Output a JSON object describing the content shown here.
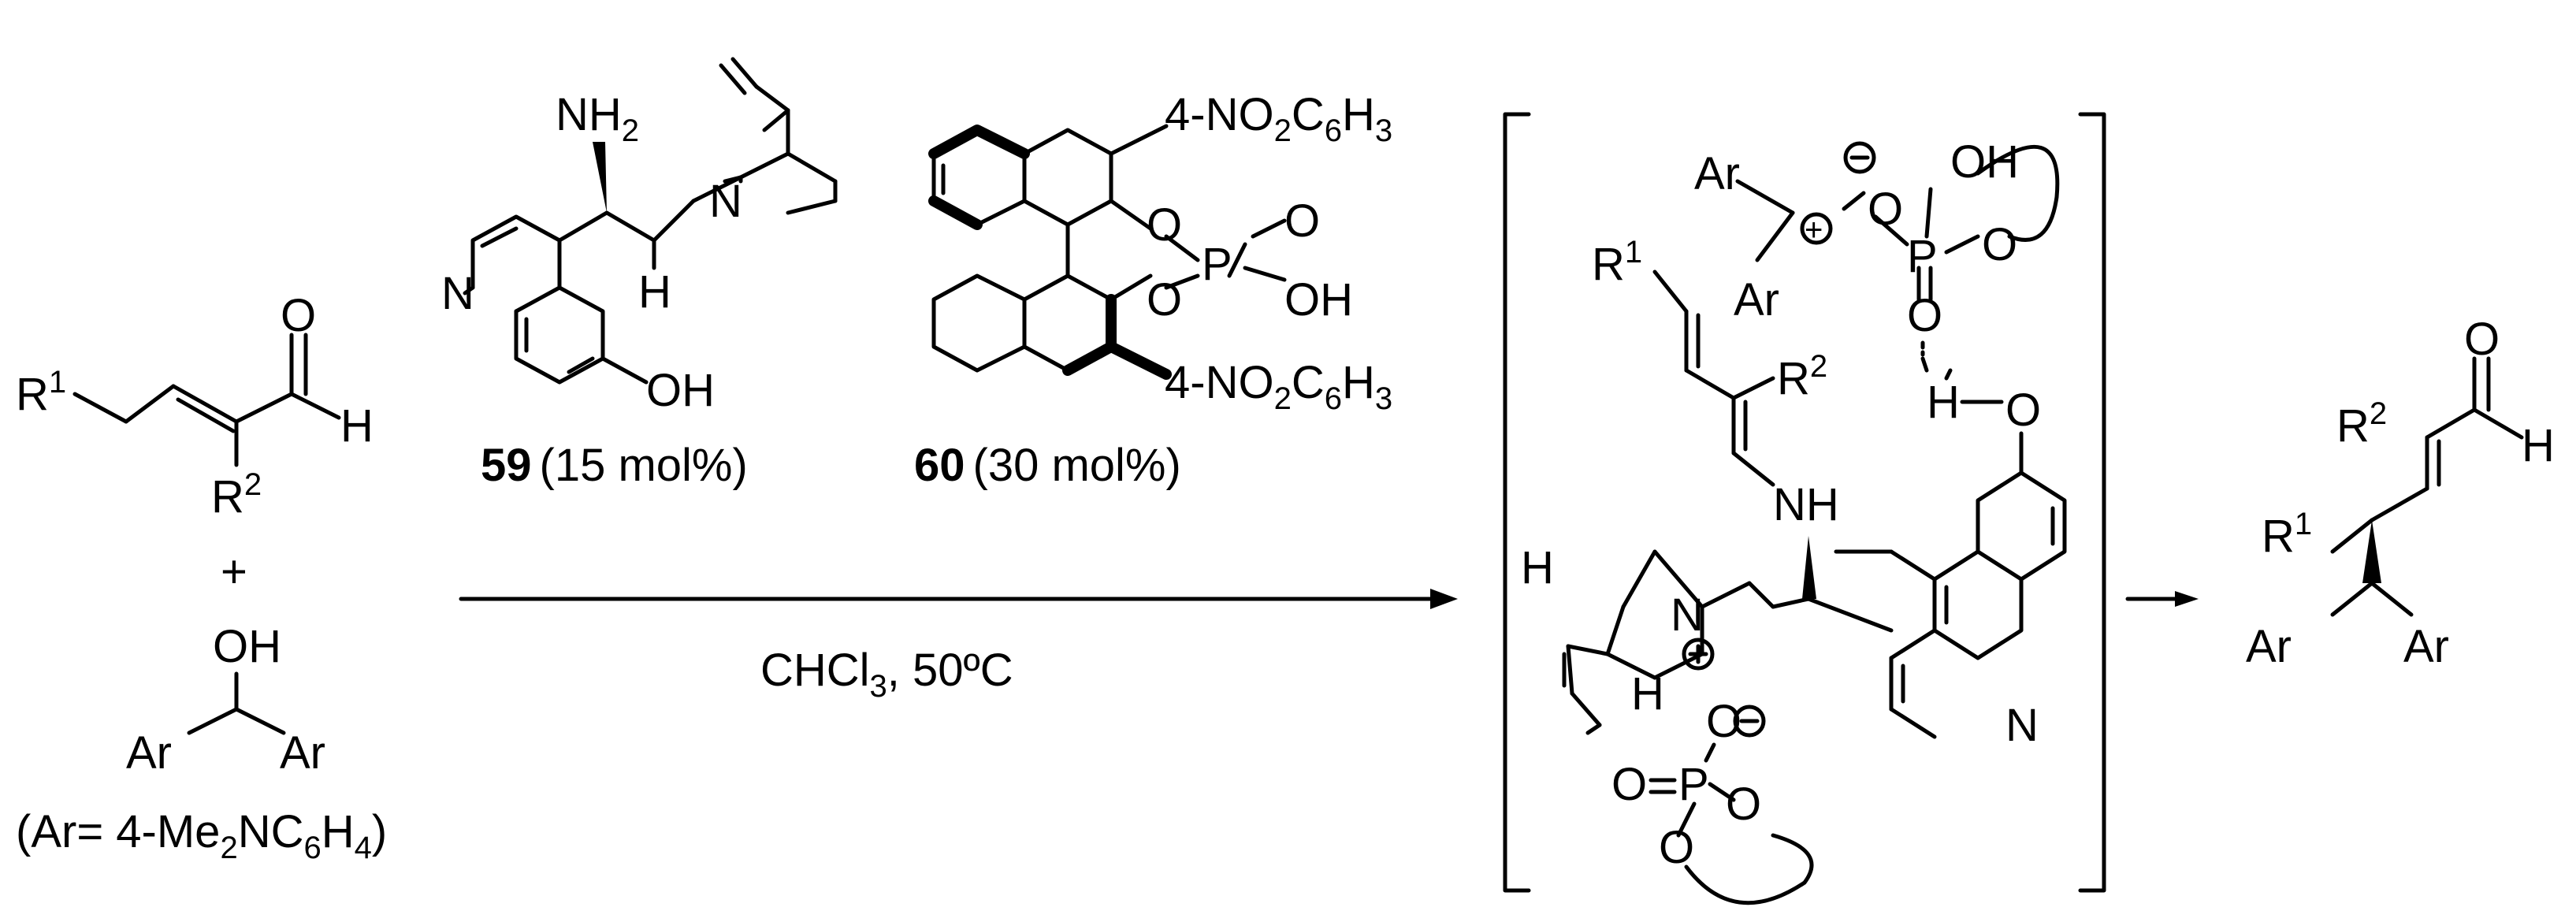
{
  "reactant_aldehyde": {
    "r1": "R",
    "r1_sup": "1",
    "r2": "R",
    "r2_sup": "2",
    "o": "O",
    "h": "H"
  },
  "plus": "+",
  "reactant_alcohol": {
    "oh": "OH",
    "ar_left": "Ar",
    "ar_right": "Ar",
    "note_pre": "(Ar= 4-Me",
    "note_sub1": "2",
    "note_mid": "NC",
    "note_sub2": "6",
    "note_h": "H",
    "note_sub3": "4",
    "note_post": ")"
  },
  "catalyst_59": {
    "nh": "NH",
    "nh_sub": "2",
    "n_quin": "N",
    "n_ring": "N",
    "h": "H",
    "oh": "OH",
    "label_num": "59",
    "label_amt": "(15 mol%)"
  },
  "catalyst_60": {
    "sub_top": "4-NO",
    "sub_top_s1": "2",
    "sub_top_c": "C",
    "sub_top_s2": "6",
    "sub_top_h": "H",
    "sub_top_s3": "3",
    "sub_bot": "4-NO",
    "sub_bot_s1": "2",
    "sub_bot_c": "C",
    "sub_bot_s2": "6",
    "sub_bot_h": "H",
    "sub_bot_s3": "3",
    "o1": "O",
    "o2": "O",
    "p": "P",
    "o_dbl": "O",
    "oh": "OH",
    "label_num": "60",
    "label_amt": "(30 mol%)"
  },
  "conditions": {
    "solvent": "CHCl",
    "solvent_sub": "3",
    "temp": ", 50ºC"
  },
  "intermediate": {
    "ar1": "Ar",
    "ar2": "Ar",
    "plus": "+",
    "minus": "−",
    "p_top": "P",
    "o_a": "O",
    "o_b": "O",
    "o_c": "O",
    "oh_top": "OH",
    "r1": "R",
    "r1_sup": "1",
    "r2": "R",
    "r2_sup": "2",
    "h_bond": "H",
    "o_phenol": "O",
    "nh": "NH",
    "h_quin": "H",
    "n_plus": "N",
    "h_n": "H",
    "n_pyr": "N",
    "p_bot": "P",
    "o_bot1": "O",
    "o_bot2": "O",
    "o_bot3": "O",
    "o_bot4": "O"
  },
  "product": {
    "o": "O",
    "h": "H",
    "r2": "R",
    "r2_sup": "2",
    "r1": "R",
    "r1_sup": "1",
    "ar_left": "Ar",
    "ar_right": "Ar"
  }
}
